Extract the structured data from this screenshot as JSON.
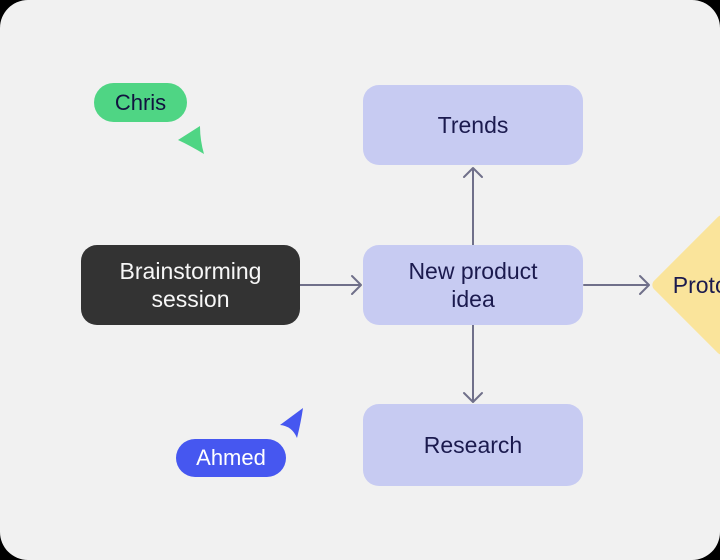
{
  "canvas": {
    "background": "#f1f1f1"
  },
  "connectors": {
    "color": "#70708a"
  },
  "nodes": {
    "brainstorming": {
      "label": "Brainstorming\nsession",
      "shape": "rounded-rect",
      "bg": "#333333",
      "text_color": "#f7f7f7"
    },
    "trends": {
      "label": "Trends",
      "shape": "rounded-rect",
      "bg": "#c7cbf2",
      "text_color": "#1b1a4e"
    },
    "new_product_idea": {
      "label": "New product\nidea",
      "shape": "rounded-rect",
      "bg": "#c7cbf2",
      "text_color": "#1b1a4e"
    },
    "research": {
      "label": "Research",
      "shape": "rounded-rect",
      "bg": "#c7cbf2",
      "text_color": "#1b1a4e"
    },
    "prototype": {
      "label": "Prototype",
      "visible_label": "Prot",
      "shape": "diamond",
      "bg": "#fae49b",
      "text_color": "#1b1a4e"
    }
  },
  "cursors": {
    "chris": {
      "name": "Chris",
      "color": "#4fd584",
      "text_color": "#12123f"
    },
    "ahmed": {
      "name": "Ahmed",
      "color": "#4657f0",
      "text_color": "#ffffff"
    }
  }
}
